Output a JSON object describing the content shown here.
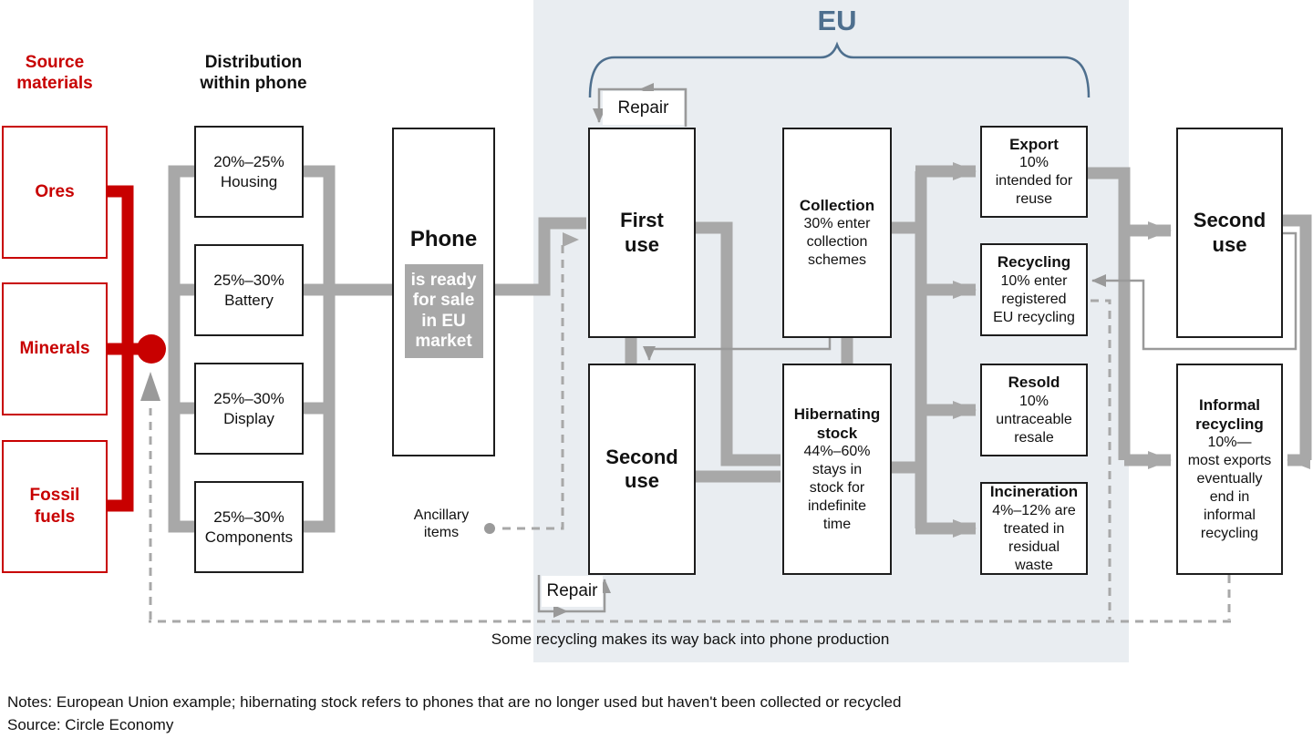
{
  "eu_label": "EU",
  "source_materials": {
    "header": "Source materials",
    "items": [
      {
        "label": "Ores"
      },
      {
        "label": "Minerals"
      },
      {
        "label": "Fossil fuels"
      }
    ]
  },
  "distribution": {
    "header": "Distribution within phone",
    "items": [
      {
        "pct": "20%–25%",
        "label": "Housing"
      },
      {
        "pct": "25%–30%",
        "label": "Battery"
      },
      {
        "pct": "25%–30%",
        "label": "Display"
      },
      {
        "pct": "25%–30%",
        "label": "Components"
      }
    ]
  },
  "phone": {
    "title": "Phone",
    "status": "is ready for sale in EU market"
  },
  "eu_flow": {
    "repair": "Repair",
    "first_use": "First use",
    "second_use": "Second use",
    "collection": {
      "title": "Collection",
      "desc": "30% enter collection schemes"
    },
    "hibernating": {
      "title": "Hibernating stock",
      "desc": "44%–60% stays in stock for indefinite time"
    },
    "export": {
      "title": "Export",
      "desc": "10% intended for reuse"
    },
    "recycling": {
      "title": "Recycling",
      "desc": "10% enter registered EU recycling"
    },
    "resold": {
      "title": "Resold",
      "desc": "10% untraceable resale"
    },
    "incineration": {
      "title": "Incineration",
      "desc": "4%–12% are treated in residual waste"
    }
  },
  "outside_eu": {
    "second_use": "Second use",
    "informal_recycling": {
      "title": "Informal recycling",
      "desc": "10%—\nmost exports eventually end in informal recycling"
    }
  },
  "ancillary_label": "Ancillary items",
  "loop_caption": "Some recycling makes its way back into phone production",
  "notes": "Notes: European Union example; hibernating stock refers to phones that are no longer used but haven't been collected or recycled",
  "source": "Source: Circle Economy",
  "colors": {
    "red": "#c80000",
    "flow_gray": "#a8a8a8",
    "thin_gray": "#999999",
    "eu_bg": "#e9edf1",
    "eu_accent": "#4e6f8e"
  }
}
